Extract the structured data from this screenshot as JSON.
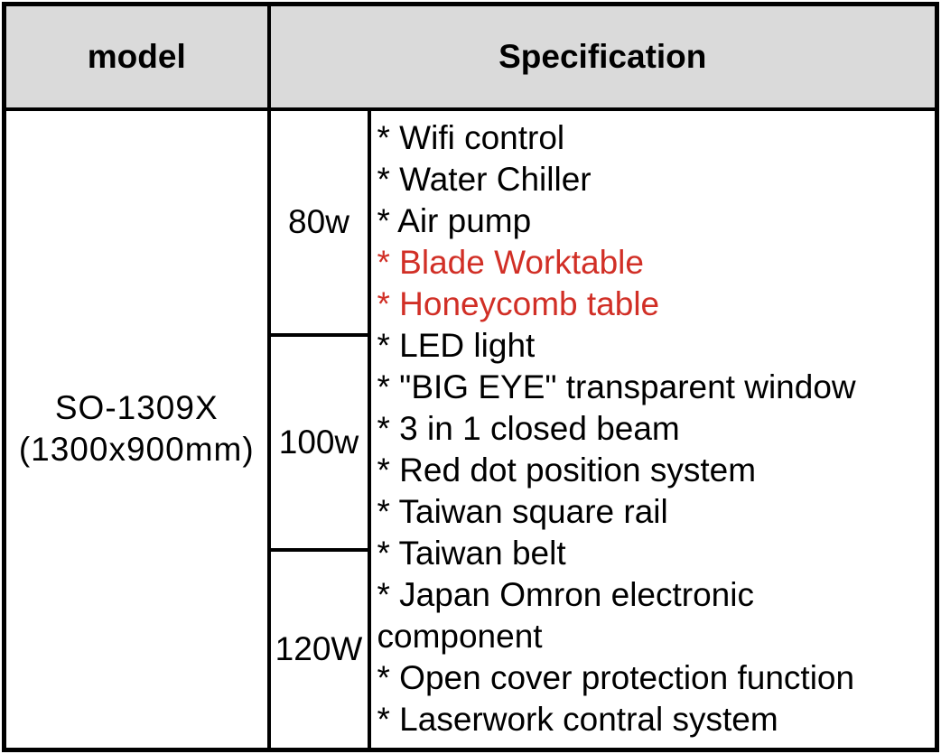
{
  "table": {
    "header": {
      "model": "model",
      "specification": "Specification"
    },
    "model": {
      "name": "SO-1309X",
      "size": "(1300x900mm)"
    },
    "power_options": [
      "80w",
      "100w",
      "120W"
    ],
    "specs": {
      "bullet": "*",
      "items": [
        {
          "text": "Wifi control",
          "red": false
        },
        {
          "text": "Water Chiller",
          "red": false
        },
        {
          "text": "Air pump",
          "red": false
        },
        {
          "text": "Blade Worktable",
          "red": true
        },
        {
          "text": "Honeycomb table",
          "red": true
        },
        {
          "text": "LED light",
          "red": false
        },
        {
          "text": "\"BIG EYE\" transparent window",
          "red": false
        },
        {
          "text": "3 in 1 closed beam",
          "red": false
        },
        {
          "text": "Red dot position system",
          "red": false
        },
        {
          "text": "Taiwan square rail",
          "red": false
        },
        {
          "text": "Taiwan belt",
          "red": false
        },
        {
          "text": "Japan Omron electronic component",
          "red": false
        },
        {
          "text": "Open cover protection function",
          "red": false
        },
        {
          "text": "Laserwork contral system",
          "red": false
        }
      ]
    },
    "colors": {
      "header_bg": "#dadada",
      "border": "#000000",
      "text": "#000000",
      "red_text": "#d12f26"
    }
  }
}
